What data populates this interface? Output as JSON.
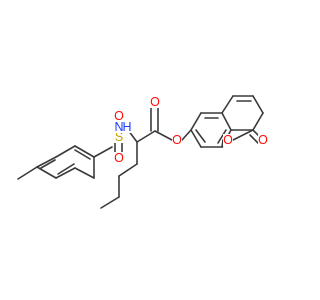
{
  "molecule": {
    "atom_labels": {
      "sulfonyl_o_top": "O",
      "sulfur": "S",
      "sulfonyl_o_bottom": "O",
      "amine_n": "N",
      "amine_h": "H",
      "carbonyl_o": "O",
      "ester_o": "O",
      "ring_o": "O",
      "lactone_carbonyl_o": "O"
    },
    "colors": {
      "bond": "#3a3a3a",
      "oxygen": "#ff0d0d",
      "sulfur": "#c8a000",
      "nitrogen": "#1f3fff"
    }
  }
}
